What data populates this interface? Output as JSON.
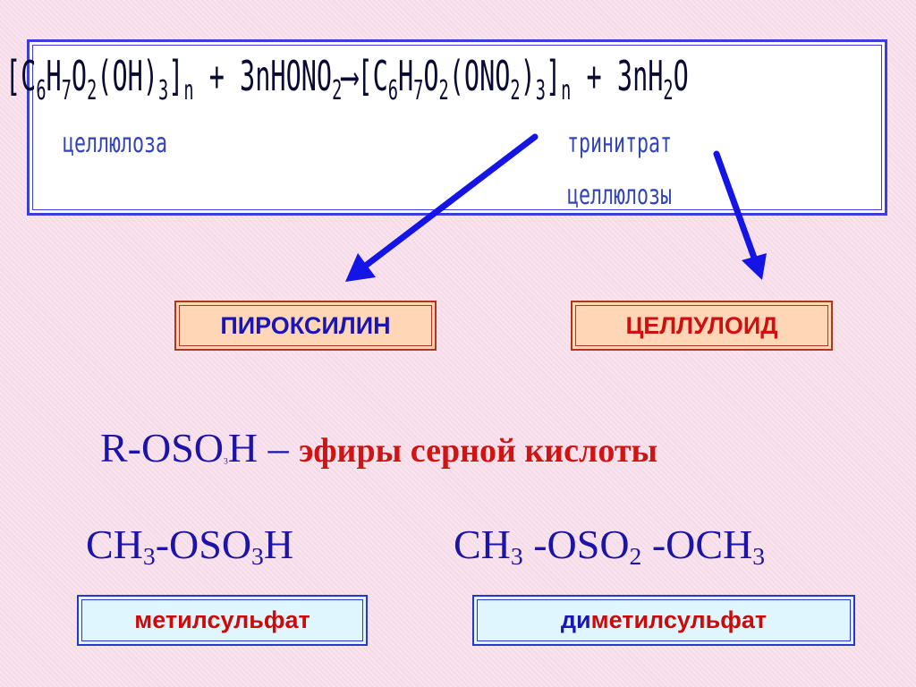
{
  "equation": {
    "lhs_1": "[C",
    "lhs_sub_6": "6",
    "lhs_2": "H",
    "lhs_sub_7": "7",
    "lhs_3": "O",
    "lhs_sub_2": "2",
    "lhs_4": "(OH)",
    "lhs_sub_3": "3",
    "lhs_5": "]",
    "lhs_sub_n": "n",
    "lhs_6": " + 3nHONO",
    "lhs_sub_2b": "2",
    "arrow": " ⟶ ",
    "rhs_1": "[C",
    "rhs_sub_6": "6",
    "rhs_2": "H",
    "rhs_sub_7": "7",
    "rhs_3": "O",
    "rhs_sub_2": "2",
    "rhs_4": "(ONO",
    "rhs_sub_2b": "2",
    "rhs_5": ")",
    "rhs_sub_3": "3",
    "rhs_6": "]",
    "rhs_sub_n": "n",
    "rhs_7": " + 3nH",
    "rhs_sub_2c": "2",
    "rhs_8": "O",
    "caption_left": "целлюлоза",
    "caption_right_1": "тринитрат",
    "caption_right_2": "целлюлозы"
  },
  "products": {
    "left": "ПИРОКСИЛИН",
    "right": "ЦЕЛЛУЛОИД"
  },
  "sulfuric_esters": {
    "general_1": "R-OSO",
    "general_sub": "3",
    "general_2": "H",
    "dash": " – ",
    "general_desc": "эфиры серной кислоты",
    "methyl_1": "CH",
    "methyl_sub_a": "3",
    "methyl_2": "-OSO",
    "methyl_sub_b": "3",
    "methyl_3": "H",
    "dimethyl_1": "CH",
    "dimethyl_sub_a": "3",
    "dimethyl_2": " -OSO",
    "dimethyl_sub_b": "2",
    "dimethyl_3": " -OCH",
    "dimethyl_sub_c": "3",
    "label_methyl": "метилсульфат",
    "label_dimethyl_prefix": "ди",
    "label_dimethyl_rest": "метилсульфат"
  },
  "colors": {
    "arrow": "#1414e6",
    "frame": "#3a3fd8",
    "formula_blue": "#1c14a8",
    "desc_red": "#d01414"
  }
}
